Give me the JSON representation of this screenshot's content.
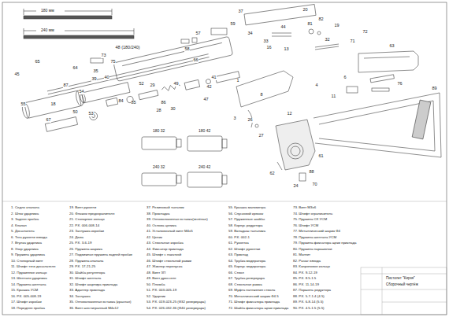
{
  "diagram": {
    "labels": [
      "180 мм",
      "240 мм",
      "48 (180/240)",
      "66",
      "73",
      "75",
      "35",
      "39",
      "40",
      "65",
      "45",
      "64",
      "55",
      "18",
      "50",
      "67",
      "53",
      "87",
      "54",
      "84",
      "85",
      "52",
      "29",
      "86",
      "28",
      "30",
      "49",
      "47",
      "41",
      "42",
      "57",
      "58",
      "59",
      "37",
      "34",
      "33",
      "44",
      "13",
      "16",
      "20",
      "81",
      "82",
      "19",
      "32",
      "71",
      "72",
      "63",
      "76",
      "6",
      "4",
      "11",
      "1",
      "3",
      "8",
      "26",
      "27",
      "12",
      "61",
      "62",
      "24",
      "88",
      "89",
      "70",
      "180 32",
      "180 42",
      "240 32",
      "240 42",
      "1. Седло клапана",
      "2. Шток ударника",
      "3. Задняя пробка",
      "4. Клапан",
      "5. Досылатель",
      "6. Тяга рукояти взвода",
      "7. Втулка ударника",
      "8. Упор ударника",
      "9. Пружина ударника",
      "10. Стопорный винт",
      "11. Штифт тяги досылателя",
      "12. Пружинное кольцо",
      "13. Шептало ударника",
      "14. Пружина шептала",
      "15. Крышка УСМ",
      "16. Р.К. 005-008-19",
      "17. Штифт коробки",
      "18. Передняя пробка",
      "19. Винт рукояти",
      "20. Флажок предохранителя",
      "21. Стопорное кольцо",
      "22. Р.К. 006-008-14",
      "23. Заглушка коробки",
      "24. Дюза",
      "25. Р.К. 3-6-19",
      "26. Пружина шарика",
      "27. Подвижная пружина задней пробки",
      "28. Пружина клапана",
      "29. Р.К. 17-21-25",
      "30. Шайба регулятора",
      "31. Штифт шептала",
      "32. Штифт шарнира приклада",
      "33. Адаптер приклада",
      "34. Заглушка",
      "35. Оптоволоконная вставка (красная)",
      "36. Винт шестигранный М4х12",
      "37. Резиновый тыльник",
      "38. Прокладка",
      "39. Оптоволоконная вставка(зелёная)",
      "40. Основа целика",
      "41. Установочный винт М4х5",
      "42. Целик",
      "43. Ствольная коробка",
      "44. Фиксатор приклада",
      "45. Штифт с накаткой",
      "46. Штифт ствольной рамки",
      "47. Жиклер перепуска",
      "48. Винт ЗП",
      "49. Винт дросселя",
      "50. Пломба",
      "51. Р.К. 003-005-19",
      "52. Ударник",
      "53. Р.К. 019-023-25 (Ф32 резервуара)",
      "54. Р.К. 026-032-36 (Ф40 резервуара)",
      "55. Крышка манометра",
      "56. Спусковой крючок",
      "57. Пружинные шайбы",
      "58. Корпус редуктора",
      "59. Вкладыш тыльника",
      "60. Р.К. 002-1",
      "61. Рукоятка",
      "62. Штифт рукоятки",
      "63. Приклад",
      "64. Трубка модератора",
      "65. Корпус модератора",
      "66. Ствол",
      "67. Трубка резервуара",
      "68. Ствольная рамка",
      "69. Муфта натяжения ствола",
      "70. Металлический шарик Ф4.5",
      "71. Штифт фиксатора приклада",
      "72. Шайба фиксатора щеки приклада",
      "73. Винт М3х6",
      "74. Штифт ограничитель",
      "75. Пружина СК УСМ",
      "76. Штифт УСМ",
      "77. Металлический шарик Ф4",
      "78. Пружина шептала УСМ",
      "79. Пружина фиксатора щеки приклада",
      "80. Пружина парашютки",
      "81. Магнит",
      "82. Рычаг взвода",
      "83. Капроновое кольцо",
      "84. Р.К. 9-12-19",
      "85. Р.К. 8.5-1.5",
      "86. Р.К. 11-14-19",
      "87. Поршень редуктора",
      "88. Р.К. 5-7-1.4 (4.5)",
      "89. Р.К. 6-8-14 (5.5)",
      "90. Р.К. 4.5-1.5 (5.5)",
      "Пистолет \"Кирзя\"",
      "Сборочный чертёж"
    ]
  }
}
